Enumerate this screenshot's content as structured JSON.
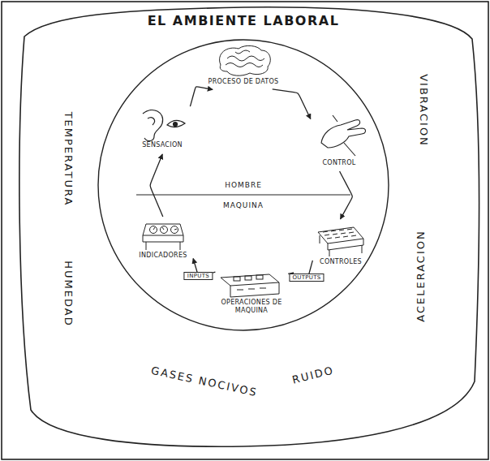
{
  "diagram": {
    "nodes": [
      {
        "text": [
          "EL AMBIENTE LABORAL"
        ]
      },
      {
        "text": [
          "HOMBRE",
          "MAQUINA"
        ],
        "in": 0
      },
      {
        "text": [
          "PROCESO DE DATOS"
        ],
        "in": 1
      },
      {
        "text": [
          "CONTROL"
        ],
        "in": 1
      },
      {
        "text": [
          "CONTROLES"
        ],
        "in": 1
      },
      {
        "text": [
          "OPERACIONES DE MAQUINA"
        ],
        "in": 1
      },
      {
        "text": [
          "INDICADORES"
        ],
        "in": 1
      },
      {
        "text": [
          "SENSACION"
        ],
        "in": 1
      }
    ],
    "edges": [
      {
        "from": 7,
        "to": 2,
        "arrow": "to"
      },
      {
        "from": 2,
        "to": 3,
        "arrow": "to"
      },
      {
        "from": 3,
        "to": 4,
        "arrow": "to"
      },
      {
        "from": 4,
        "to": 5,
        "label": "OUTPUTS",
        "arrow": "to"
      },
      {
        "from": 5,
        "to": 6,
        "label": "INPUTS",
        "arrow": "to"
      },
      {
        "from": 6,
        "to": 7,
        "arrow": "to"
      }
    ],
    "labels": [
      "TEMPERATURA",
      "VIBRACION",
      "HUMEDAD",
      "ACELERACION",
      "GASES NOCIVOS",
      "RUIDO"
    ]
  }
}
